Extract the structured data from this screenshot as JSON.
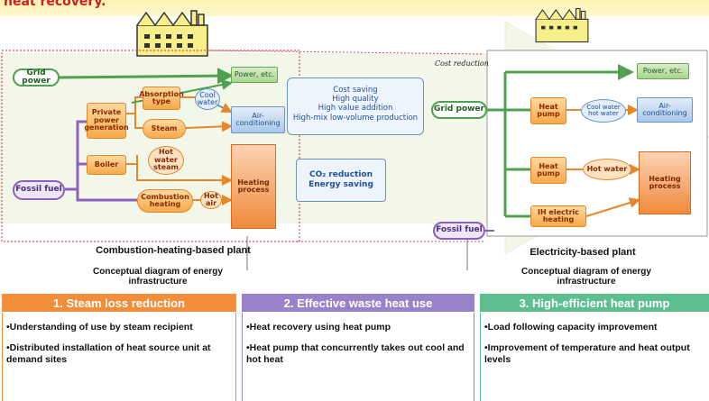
{
  "header": {
    "title": "heat recovery."
  },
  "left_plant": {
    "grid_power": "Grid power",
    "fossil_fuel": "Fossil fuel",
    "private_power": "Private power generation",
    "boiler": "Boiler",
    "absorption": "Absorption type",
    "steam": "Steam",
    "hot_water_steam": "Hot water steam",
    "combustion_heating": "Combustion heating",
    "hot_air": "Hot air",
    "cool_water": "Cool water",
    "power_etc": "Power, etc.",
    "air_conditioning": "Air-conditioning",
    "heating_process": "Heating process",
    "caption": "Combustion-heating-based plant",
    "subcaption": "Conceptual diagram of energy infrastructure"
  },
  "center": {
    "benefits": [
      "Cost saving",
      "High quality",
      "High value addition",
      "High-mix low-volume production"
    ],
    "co2_line1": "CO₂ reduction",
    "co2_line2": "Energy saving"
  },
  "right_plant": {
    "cost_reduction": "Cost reduction",
    "grid_power": "Grid power",
    "fossil_fuel": "Fossil fuel",
    "heat_pump_1": "Heat pump",
    "heat_pump_2": "Heat pump",
    "ih_heating": "IH electric heating",
    "cool_hot_water": "Cool water hot water",
    "hot_water": "Hot water",
    "power_etc": "Power, etc.",
    "air_conditioning": "Air-conditioning",
    "heating_process": "Heating process",
    "caption": "Electricity-based plant",
    "subcaption": "Conceptual diagram of energy infrastructure"
  },
  "columns": [
    {
      "title": "1. Steam loss reduction",
      "color": "#f28e3a",
      "items": [
        "•Understanding of use by steam recipient",
        "•Distributed installation of heat source unit at demand sites"
      ]
    },
    {
      "title": "2. Effective waste heat use",
      "color": "#9a82c8",
      "items": [
        "•Heat recovery using heat pump",
        "•Heat pump that concurrently takes out cool and hot heat"
      ]
    },
    {
      "title": "3. High-efficient heat pump",
      "color": "#5dbf8f",
      "items": [
        "•Load following capacity improvement",
        "•Improvement of temperature and heat output levels"
      ]
    }
  ],
  "colors": {
    "orange": "#f28e3a",
    "purple": "#9a82c8",
    "green": "#5dbf8f",
    "red_title": "#c8202a"
  }
}
